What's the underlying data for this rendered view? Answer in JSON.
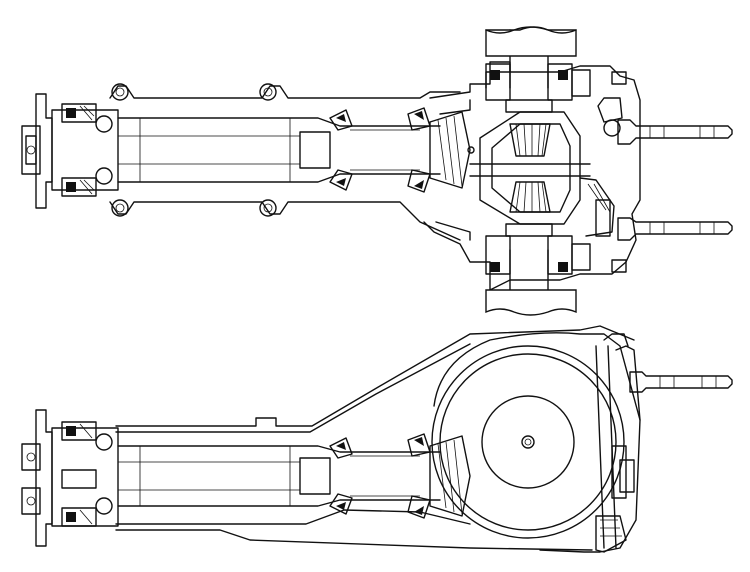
{
  "colors": {
    "background": "#ffffff",
    "line": "#111111"
  },
  "drawing": {
    "views": [
      {
        "id": "top-view",
        "kind": "sectional-plan-view"
      },
      {
        "id": "side-view",
        "kind": "side-elevation-view"
      }
    ],
    "labels": []
  }
}
